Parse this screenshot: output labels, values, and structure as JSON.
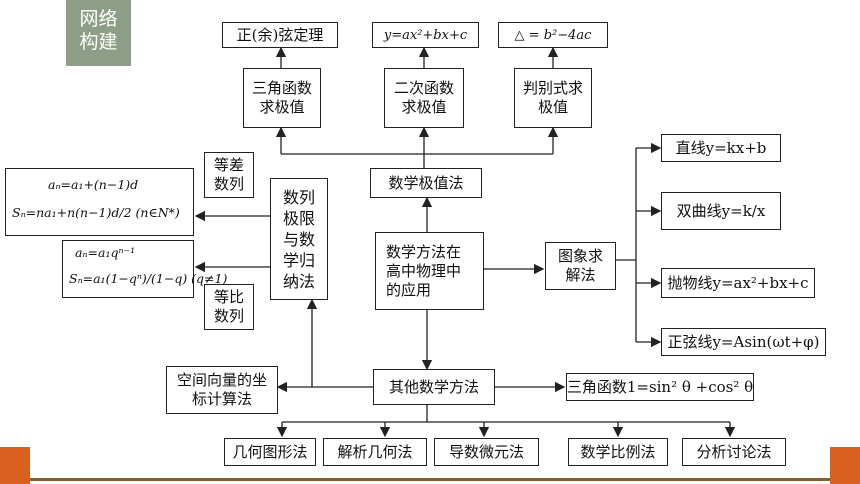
{
  "badge": {
    "line1": "网络",
    "line2": "构建"
  },
  "top_boxes": {
    "sine_cosine": "正(余)弦定理",
    "quadratic": "y=ax²+bx+c",
    "discriminant": "△ = b²−4ac"
  },
  "methods": {
    "trig_extreme": "三角函数求极值",
    "quad_extreme": "二次函数求极值",
    "disc_extreme": "判别式求极值"
  },
  "center": {
    "extreme_method": "数学极值法",
    "main": "数学方法在高中物理中的应用",
    "other_methods": "其他数学方法"
  },
  "sequence": {
    "label": "数列极限与数学归纳法",
    "arithmetic": "等差数列",
    "geometric": "等比数列",
    "arith_line1": "aₙ=a₁+(n−1)d",
    "arith_line2": "Sₙ=na₁+n(n−1)d/2 (n∈N*)",
    "geo_line1": "aₙ=a₁qⁿ⁻¹",
    "geo_line2": "Sₙ=a₁(1−qⁿ)/(1−q) (q≠1)"
  },
  "graph": {
    "label": "图象求解法",
    "line": "直线y=kx+b",
    "hyperbola": "双曲线y=k/x",
    "parabola": "抛物线y=ax²+bx+c",
    "sine": "正弦线y=Asin(ωt+φ)"
  },
  "vector": "空间向量的坐标计算法",
  "trig_identity": "三角函数1=sin² θ +cos² θ",
  "bottom": [
    "几何图形法",
    "解析几何法",
    "导数微元法",
    "数学比例法",
    "分析讨论法"
  ],
  "colors": {
    "badge": "#8e9e86",
    "bar_orange": "#d9601f",
    "bar_brown": "#8a5f2b"
  }
}
